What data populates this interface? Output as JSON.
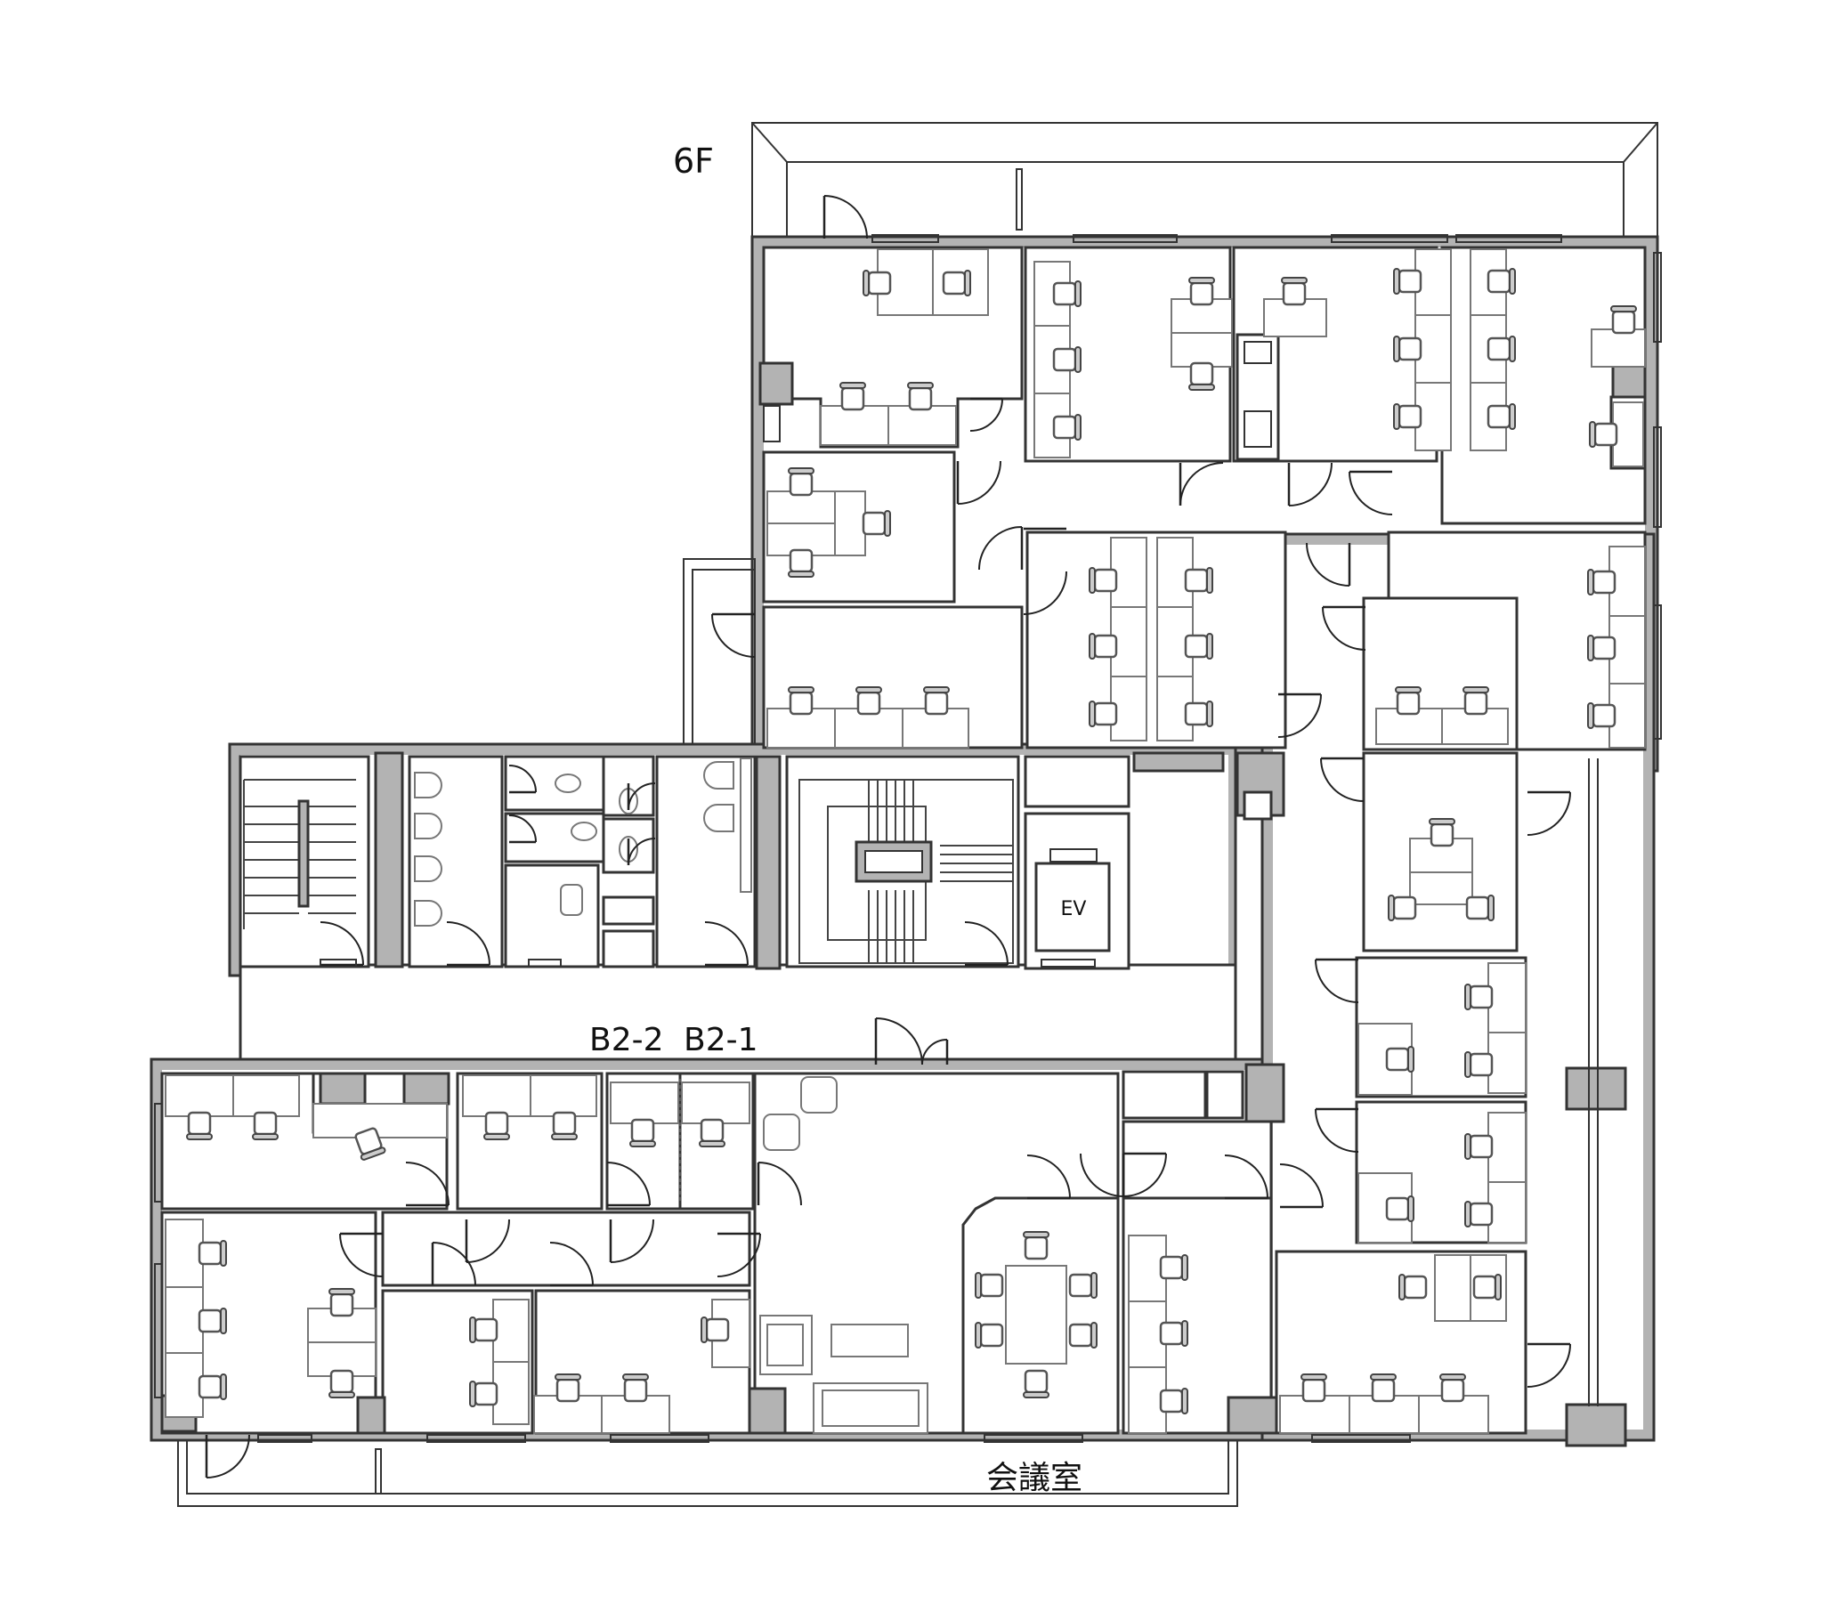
{
  "floor_label": "6F",
  "room_label_b22": "B2-2",
  "room_label_b21": "B2-1",
  "elevator_label": "EV",
  "meeting_room_label": "会議室",
  "colors": {
    "wall_fill": "#b3b3b3",
    "line": "#333333",
    "furniture": "#777777",
    "background": "#ffffff"
  }
}
